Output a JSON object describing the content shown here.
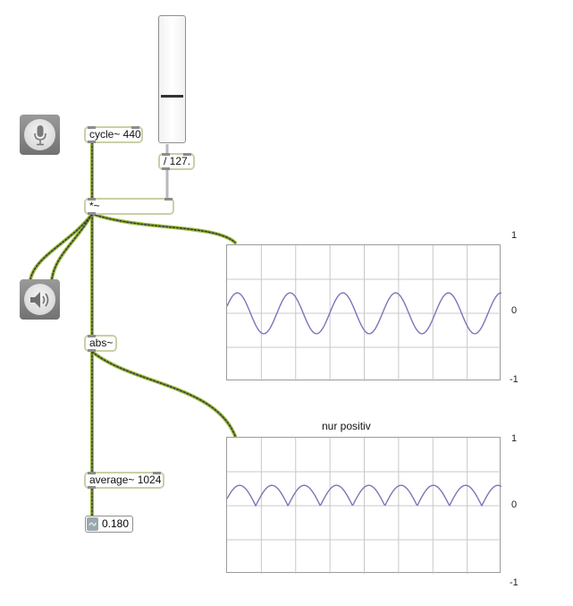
{
  "objects": {
    "cycle": "cycle~ 440",
    "divide": "/ 127.",
    "multiply": "*~",
    "abs": "abs~",
    "average": "average~ 1024"
  },
  "slider": {
    "value_fraction": 0.35
  },
  "number_box": {
    "value": "0.180"
  },
  "scope1": {
    "top_label": "1",
    "mid_label": "0",
    "bottom_label": "-1",
    "cycles": 5.2,
    "amplitude": 0.3
  },
  "scope2": {
    "title": "nur positiv",
    "top_label": "1",
    "mid_label": "0",
    "bottom_label": "-1",
    "humps": 8.5,
    "amplitude": 0.3
  },
  "icons": {
    "adc": "microphone-icon",
    "dac": "speaker-icon"
  },
  "colors": {
    "signal_cable": "#9bbf3c",
    "cable_dash": "#3a3a3a",
    "waveform": "#7d74bb",
    "grid": "#c8c8c8"
  }
}
